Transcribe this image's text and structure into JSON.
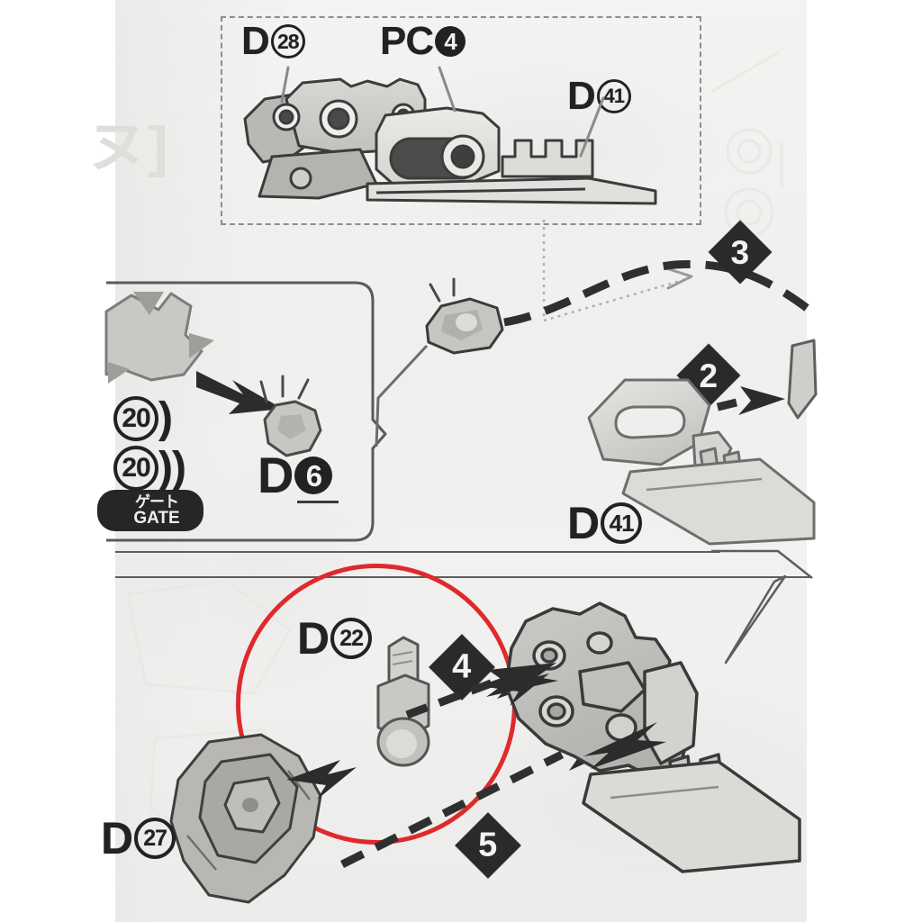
{
  "document": {
    "kind": "model-kit-instruction-manual-scan",
    "page_background": "#f1f0ee",
    "annotation_color": "#e0292c"
  },
  "inset_panel": {
    "name": "completed-assembly-inset",
    "border_style": "dashed",
    "labels": [
      {
        "id": "d28",
        "prefix": "D",
        "number": "28",
        "style": "circle-open"
      },
      {
        "id": "pc4",
        "prefix": "PC",
        "number": "4",
        "style": "circle-filled"
      },
      {
        "id": "d41",
        "prefix": "D",
        "number": "41",
        "style": "circle-open"
      }
    ]
  },
  "callout_left": {
    "name": "nipper-gate-callout",
    "part_label": {
      "prefix": "D",
      "number": "6",
      "style": "circle-filled"
    },
    "runner_numbers": [
      {
        "number": "20",
        "suffix": ")"
      },
      {
        "number": "20",
        "suffix": "))"
      }
    ],
    "gate_tag": {
      "jp": "ゲート",
      "en": "GATE"
    }
  },
  "steps": [
    {
      "id": "step-2",
      "number": "2"
    },
    {
      "id": "step-3",
      "number": "3"
    },
    {
      "id": "step-4",
      "number": "4"
    },
    {
      "id": "step-5",
      "number": "5"
    }
  ],
  "part_labels": [
    {
      "id": "label-d41-mid",
      "prefix": "D",
      "number": "41",
      "style": "circle-open"
    },
    {
      "id": "label-d22",
      "prefix": "D",
      "number": "22",
      "style": "circle-open"
    },
    {
      "id": "label-d27",
      "prefix": "D",
      "number": "27",
      "style": "circle-open"
    }
  ],
  "watermark": {
    "bracket_glyph": "ヌ]"
  }
}
